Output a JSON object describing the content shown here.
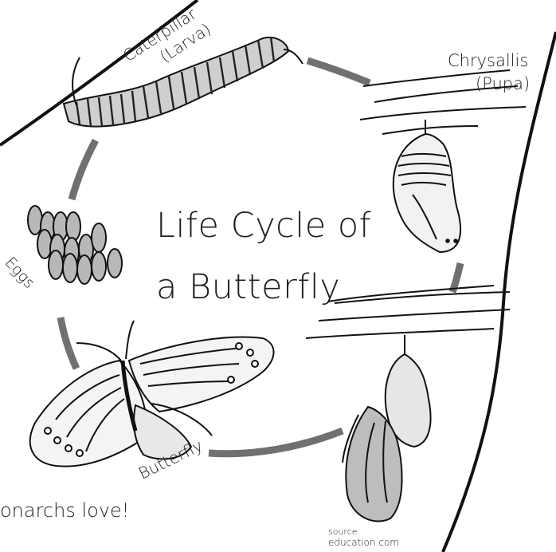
{
  "diagram": {
    "title_line1": "Life Cycle of",
    "title_line2": "a Butterfly",
    "stages": {
      "caterpillar_line1": "Caterpillar",
      "caterpillar_line2": "(Larva)",
      "chrysalis_line1": "Chrysallis",
      "chrysalis_line2": "(Pupa)",
      "eggs": "Eggs",
      "butterfly": "Butterfly"
    },
    "footer_text": "onarchs love!",
    "source_line1": "source:",
    "source_line2": "education.com"
  },
  "colors": {
    "cycle_arrow": "#707070",
    "ink": "#1a1a1a",
    "background": "#ffffff"
  }
}
